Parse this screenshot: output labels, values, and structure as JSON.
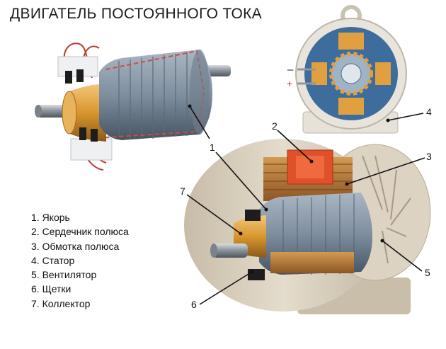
{
  "title": "ДВИГАТЕЛЬ ПОСТОЯННОГО ТОКА",
  "legend": [
    "1. Якорь",
    "2. Сердечник полюса",
    "3. Обмотка полюса",
    "4. Статор",
    "5. Вентилятор",
    "6. Щетки",
    "7. Коллектор"
  ],
  "callouts": [
    "1",
    "2",
    "3",
    "4",
    "5",
    "6",
    "7"
  ],
  "terminals": {
    "minus": "–",
    "plus": "+"
  },
  "colors": {
    "armature": "#7f8fa0",
    "commutator": "#e0a040",
    "pole_core": "#e0502a",
    "stator_body": "#d6ccba",
    "cross_section_bg": "#3d6d9c",
    "leads": "#c0392b"
  }
}
